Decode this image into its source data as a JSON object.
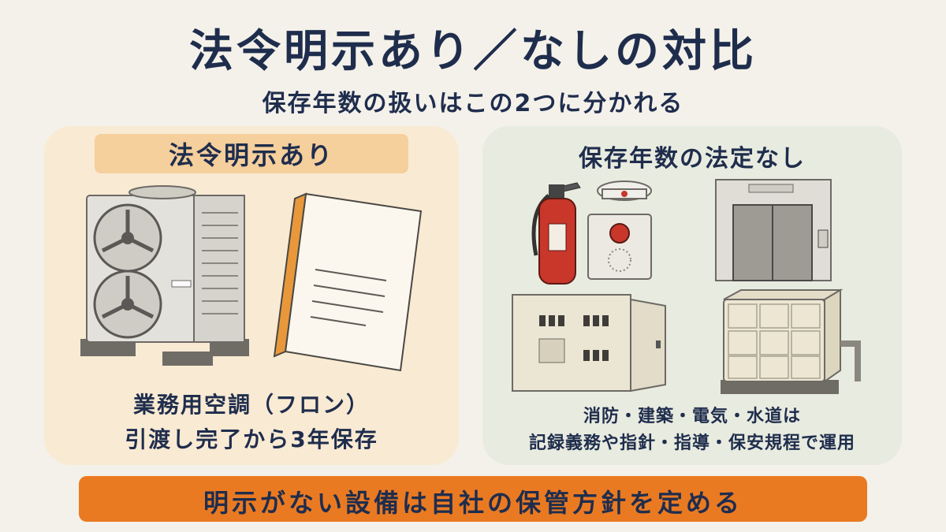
{
  "title": "法令明示あり／なしの対比",
  "subtitle": "保存年数の扱いはこの2つに分かれる",
  "left_panel": {
    "heading": "法令明示あり",
    "caption_line1": "業務用空調（フロン）",
    "caption_line2": "引渡し完了から3年保存"
  },
  "right_panel": {
    "heading": "保存年数の法定なし",
    "caption_line1": "消防・建築・電気・水道は",
    "caption_line2": "記録義務や指針・指導・保安規程で運用"
  },
  "banner": {
    "text": "明示がない設備は自社の保管方針を定める"
  },
  "colors": {
    "navy_text": "#1f2d4d",
    "left_panel_bg": "#f9ead3",
    "left_heading_bg": "#f5cf9c",
    "right_panel_bg": "#e8ebdf",
    "banner_bg": "#ea7a22"
  },
  "icons": [
    "air-conditioner-unit-icon",
    "document-binder-icon",
    "fire-extinguisher-icon",
    "smoke-detector-icon",
    "alarm-button-icon",
    "elevator-icon",
    "electrical-panel-icon",
    "water-tank-icon"
  ]
}
